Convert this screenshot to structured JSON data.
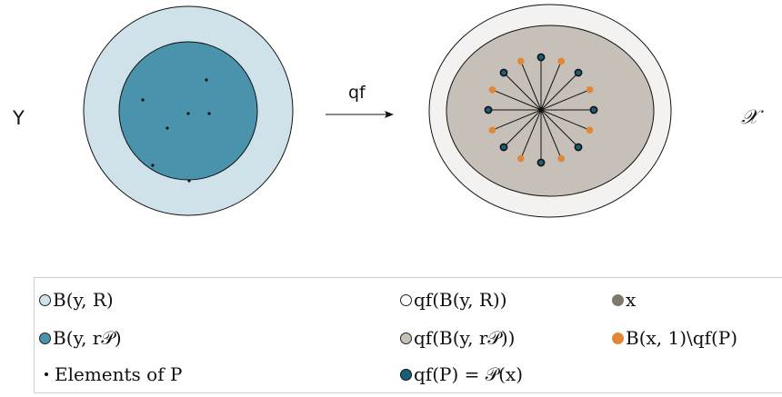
{
  "left_label": "Y",
  "right_label": "𝒳",
  "arrow_label": "qf",
  "colors": {
    "outer_left": "#cfe2ea",
    "inner_left": "#4a93ad",
    "outer_right": "#f3f2f1",
    "inner_right": "#c6c0b9",
    "center_point": "#7e786d",
    "orange_point": "#e08838",
    "teal_point": "#17607a",
    "stroke": "#111111"
  },
  "legend": {
    "items": [
      {
        "label": "B(y, R)",
        "swatch": "outer_left"
      },
      {
        "label": "B(y, r𝒫)",
        "swatch": "inner_left"
      },
      {
        "label": "Elements of P",
        "swatch": "dot"
      },
      {
        "label": "qf(B(y, R))",
        "swatch": "outer_right_white"
      },
      {
        "label": "qf(B(y, r𝒫))",
        "swatch": "inner_right"
      },
      {
        "label": "qf(P) = 𝒫(x)",
        "swatch": "teal_point"
      },
      {
        "label": "x",
        "swatch": "center_point"
      },
      {
        "label": "B(x, 1)\\qf(P)",
        "swatch": "orange_point"
      }
    ]
  }
}
